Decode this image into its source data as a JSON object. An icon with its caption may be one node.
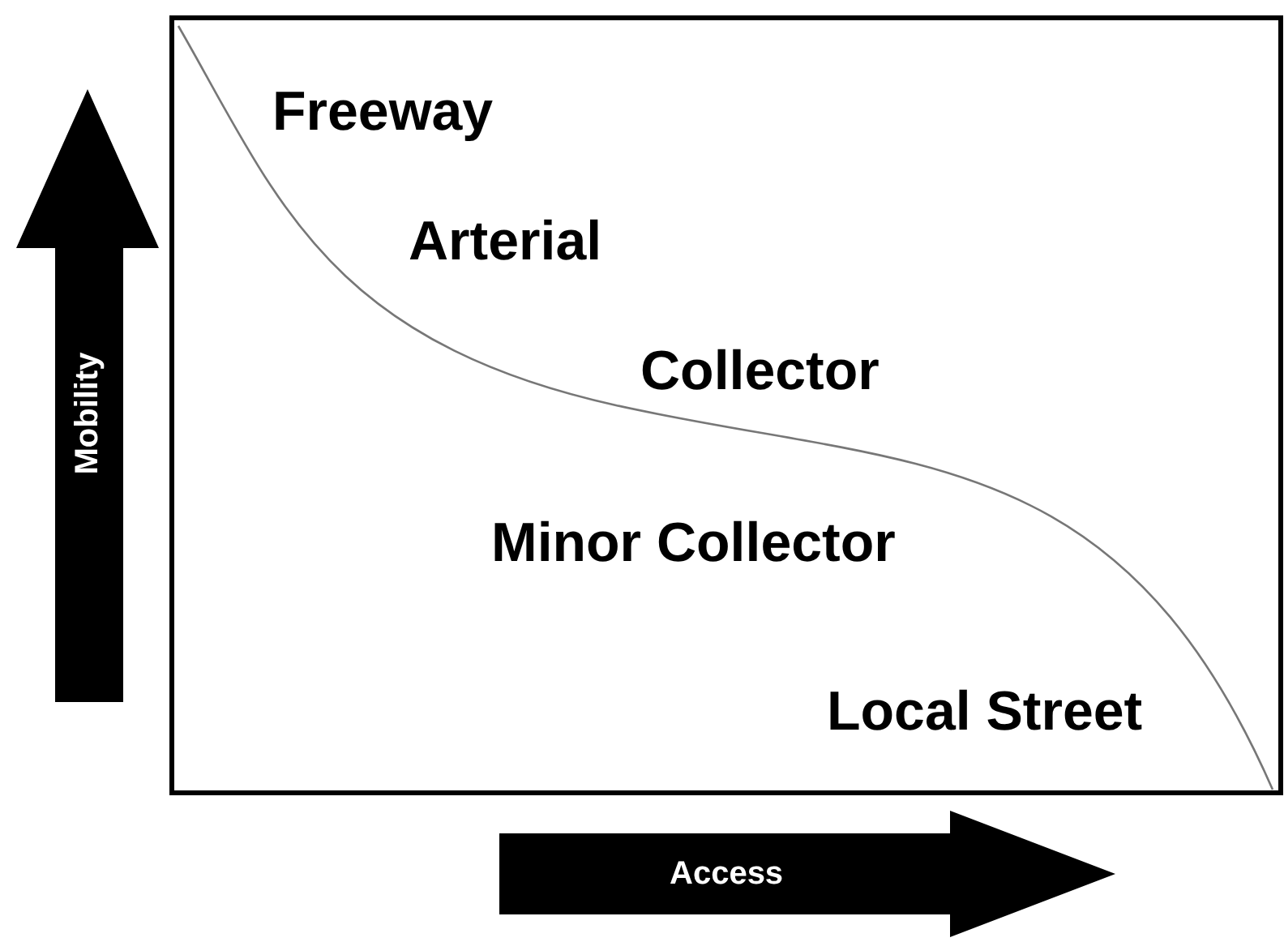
{
  "diagram": {
    "nodes": [
      {
        "text": [
          "Mobility"
        ]
      },
      {
        "text": [
          "Access"
        ]
      }
    ],
    "labels": [
      "Freeway",
      "Arterial",
      "Collector",
      "Minor Collector",
      "Local Street"
    ]
  }
}
